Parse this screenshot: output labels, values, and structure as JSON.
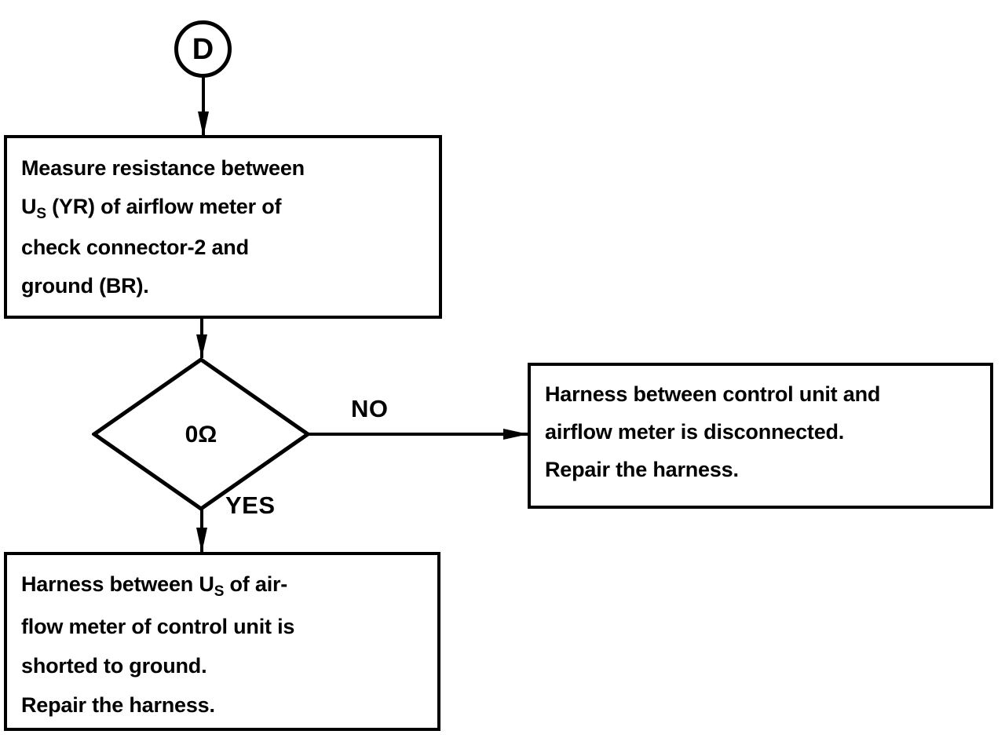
{
  "diagram": {
    "type": "troubleshooting-flowchart",
    "ink_color": "#000000",
    "background_color": "#ffffff",
    "connector": {
      "label": "D"
    },
    "nodes": [
      {
        "id": "measure",
        "shape": "process",
        "text": "Measure resistance between\nU<sub>S</sub> (YR) of airflow meter of\ncheck connector-2 and\nground (BR)."
      },
      {
        "id": "decision",
        "shape": "decision",
        "text": "0Ω"
      },
      {
        "id": "harness-disconnected",
        "shape": "process",
        "text": "Harness between control unit and\nairflow meter is disconnected.\nRepair the harness."
      },
      {
        "id": "harness-shorted",
        "shape": "process",
        "text": "Harness between U<sub>S</sub> of air-\nflow meter of control unit is\nshorted to ground.\nRepair the harness."
      }
    ],
    "edges": [
      {
        "id": "connector-to-measure",
        "label": ""
      },
      {
        "id": "measure-to-decision",
        "label": ""
      },
      {
        "id": "decision-no",
        "label": "NO"
      },
      {
        "id": "decision-yes",
        "label": "YES"
      }
    ]
  }
}
